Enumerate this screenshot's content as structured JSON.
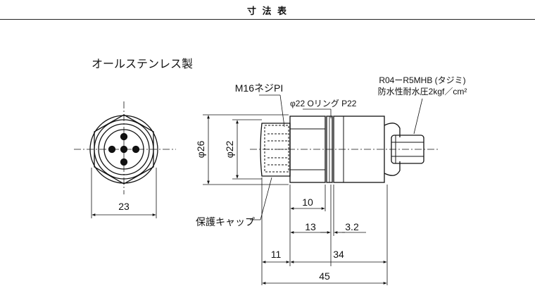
{
  "header": {
    "title": "寸 法 表"
  },
  "section": {
    "title": "オールステンレス製"
  },
  "front_view": {
    "width_label": "23"
  },
  "side_view": {
    "callout_thread": "M16ネジPI",
    "callout_oring": "φ22 Oリング P22",
    "callout_connector_line1": "R04ーR5MHB (タジミ)",
    "callout_connector_line2": "防水性耐水圧2kgf／cm²",
    "callout_cap": "保護キャップ",
    "dim_diameter_outer": "φ26",
    "dim_diameter_inner": "φ22",
    "dim_10": "10",
    "dim_13": "13",
    "dim_3_2": "3.2",
    "dim_11": "11",
    "dim_34": "34",
    "dim_45": "45"
  }
}
